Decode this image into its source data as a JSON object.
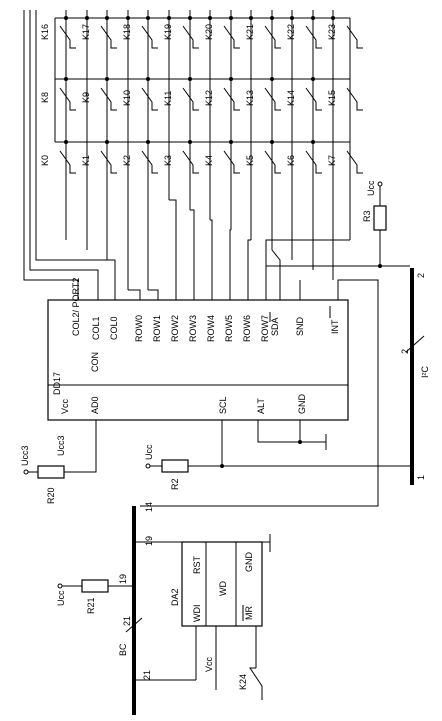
{
  "keys": {
    "row_top": [
      "K16",
      "K17",
      "K18",
      "K19",
      "K20",
      "K21",
      "K22",
      "K23"
    ],
    "row_mid": [
      "K8",
      "K9",
      "K10",
      "K11",
      "K12",
      "K13",
      "K14",
      "K15"
    ],
    "row_bot": [
      "K0",
      "K1",
      "K2",
      "K3",
      "K4",
      "K5",
      "K6",
      "K7"
    ],
    "extra": "K24"
  },
  "dd17": {
    "ref": "DD17",
    "pins_top": [
      "COL2/\nPORT2",
      "COL1",
      "COL0",
      "ROW0",
      "ROW1",
      "ROW2",
      "ROW3",
      "ROW4",
      "ROW5",
      "ROW6",
      "ROW7",
      "SDA",
      "SND",
      "INT"
    ],
    "con": "CON",
    "pins_bottom": [
      "Vcc",
      "AD0",
      "SCL",
      "ALT",
      "GND"
    ]
  },
  "da2": {
    "ref": "DA2",
    "pins": [
      "RST",
      "GND",
      "WD",
      "WDI",
      "MR",
      "Vcc"
    ]
  },
  "resistors": {
    "r3": "R3",
    "r2": "R2",
    "r20": "R20",
    "r21": "R21"
  },
  "supplies": {
    "ucc": "Ucc",
    "ucc3": "Ucc3"
  },
  "i2c_bus": {
    "label": "I²C",
    "width": "2",
    "pin_top": "2",
    "pin_bottom": "1"
  },
  "bc_bus": {
    "label": "BC",
    "width": "21",
    "pins": [
      "14",
      "19",
      "19",
      "21"
    ]
  }
}
